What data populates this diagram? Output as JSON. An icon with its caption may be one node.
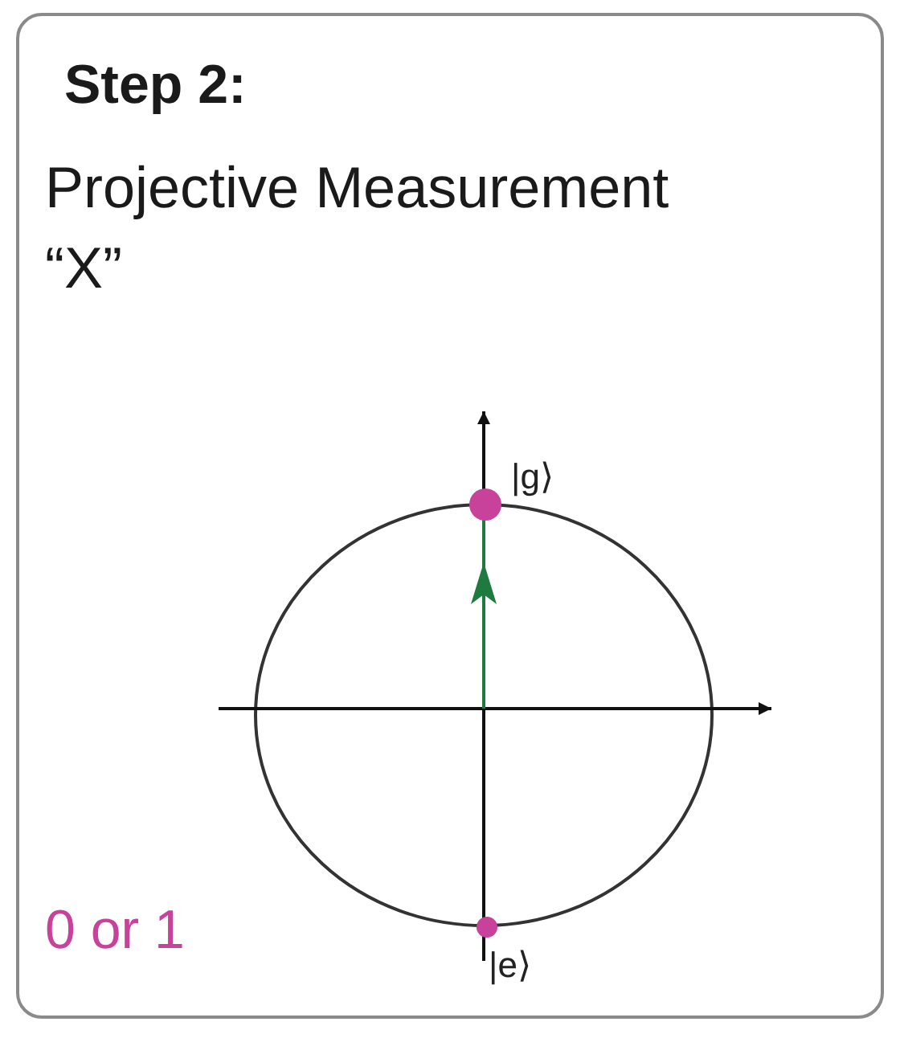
{
  "diagram": {
    "nodes": [
      {
        "text": [
          "Step 2:",
          "Projective Measurement “X”"
        ]
      }
    ],
    "labels": [
      "|g⟩",
      "0 or 1",
      "|e⟩"
    ]
  }
}
